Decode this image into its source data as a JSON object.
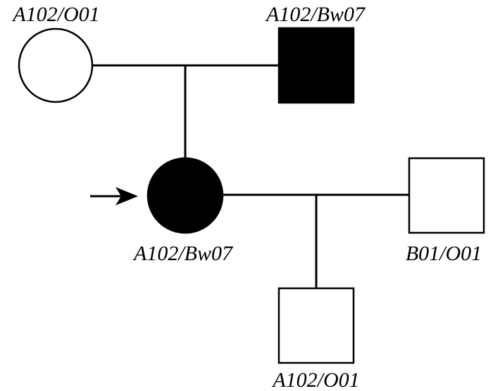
{
  "pedigree": {
    "colors": {
      "affected": "#000000",
      "unaffected": "#ffffff",
      "line": "#000000"
    },
    "individuals": [
      {
        "id": "grandmother",
        "sex": "female",
        "affected": false,
        "genotype": "A102/O01"
      },
      {
        "id": "grandfather",
        "sex": "male",
        "affected": true,
        "genotype": "A102/Bw07"
      },
      {
        "id": "proband",
        "sex": "female",
        "affected": true,
        "proband": true,
        "genotype": "A102/Bw07"
      },
      {
        "id": "husband",
        "sex": "male",
        "affected": false,
        "genotype": "B01/O01"
      },
      {
        "id": "son",
        "sex": "male",
        "affected": false,
        "genotype": "A102/O01"
      }
    ]
  }
}
